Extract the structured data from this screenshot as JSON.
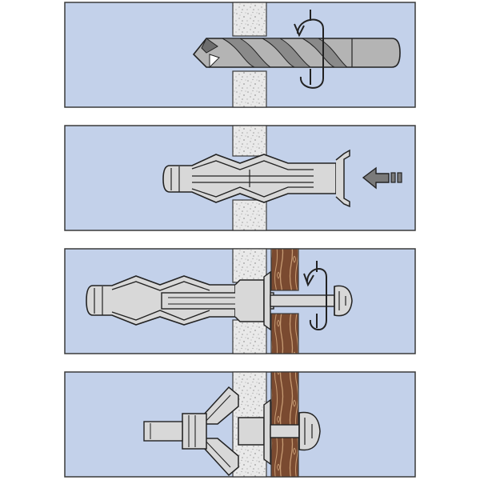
{
  "diagram": {
    "steps": [
      {
        "id": "drill-hole",
        "action": "drill",
        "rotation": "clockwise"
      },
      {
        "id": "insert-anchor",
        "action": "push",
        "direction": "left"
      },
      {
        "id": "tighten-screw",
        "action": "screw",
        "rotation": "clockwise",
        "fixture": "wood"
      },
      {
        "id": "anchor-set",
        "action": "expanded"
      }
    ],
    "labels": []
  },
  "colors": {
    "background": "#c3d1ea",
    "frame": "#3a3a3a",
    "wall": "#e9e9e9",
    "wall_speckle": "#9c9c9c",
    "metal": "#d8d8d8",
    "metal_dark": "#9a9a9a",
    "drill": "#b4b4b4",
    "drill_groove": "#6e6e6e",
    "wood": "#7a4a30",
    "wood_grain": "#c69b73",
    "arrow": "#7a7a7a",
    "outline": "#222222"
  }
}
